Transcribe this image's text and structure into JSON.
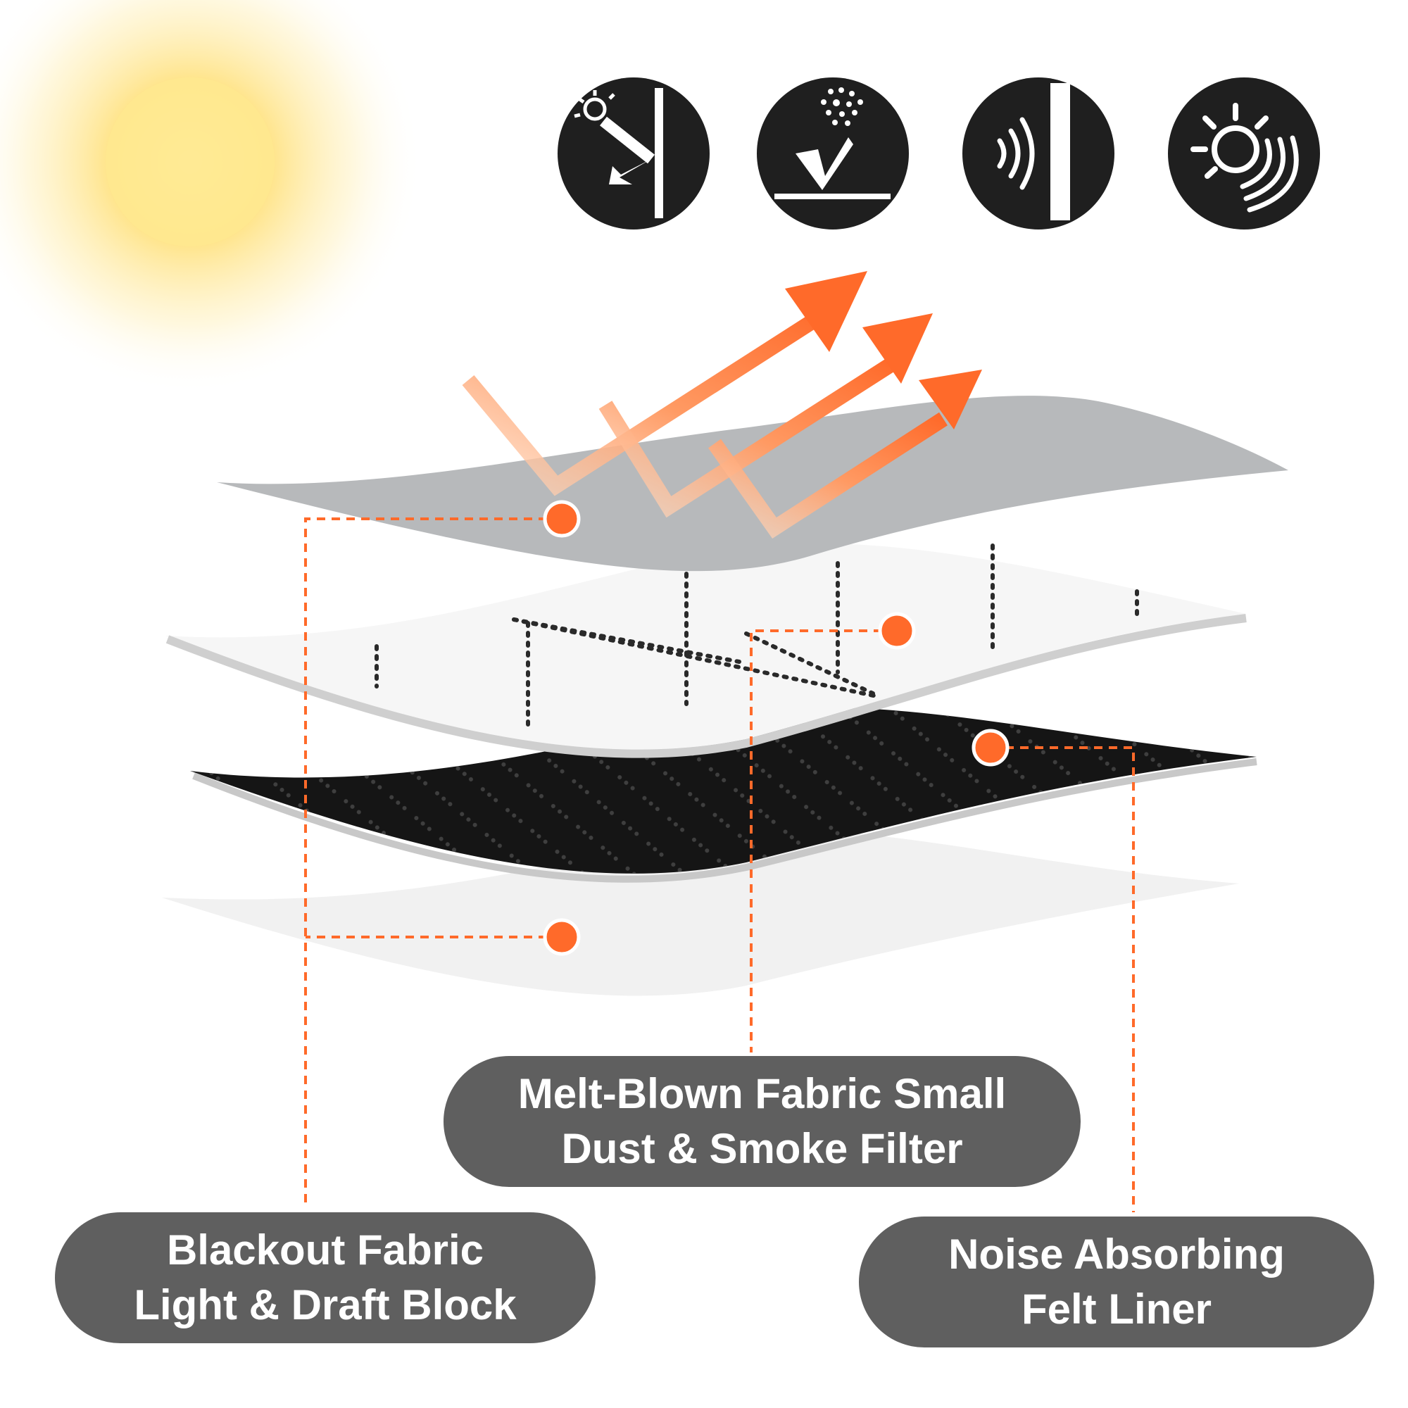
{
  "colors": {
    "accent_orange": "#ff6a2a",
    "icon_bg": "#1f1f1f",
    "label_bg": "#5f5f5f",
    "label_text": "#ffffff",
    "layer_blackout": "#b7b9bb",
    "layer_meltblown": "#f4f4f4",
    "layer_felt": "#151515",
    "layer_liner": "#f1f1f1",
    "sun": "#ffe08a"
  },
  "icons": [
    {
      "name": "sun-blocked-by-wall-icon"
    },
    {
      "name": "dust-filter-icon"
    },
    {
      "name": "sound-barrier-icon"
    },
    {
      "name": "heat-wave-icon"
    }
  ],
  "labels": {
    "meltblown": {
      "line1": "Melt-Blown Fabric Small",
      "line2": "Dust & Smoke Filter"
    },
    "blackout": {
      "line1": "Blackout Fabric",
      "line2": "Light & Draft Block"
    },
    "noise": {
      "line1": "Noise Absorbing",
      "line2": "Felt Liner"
    }
  }
}
